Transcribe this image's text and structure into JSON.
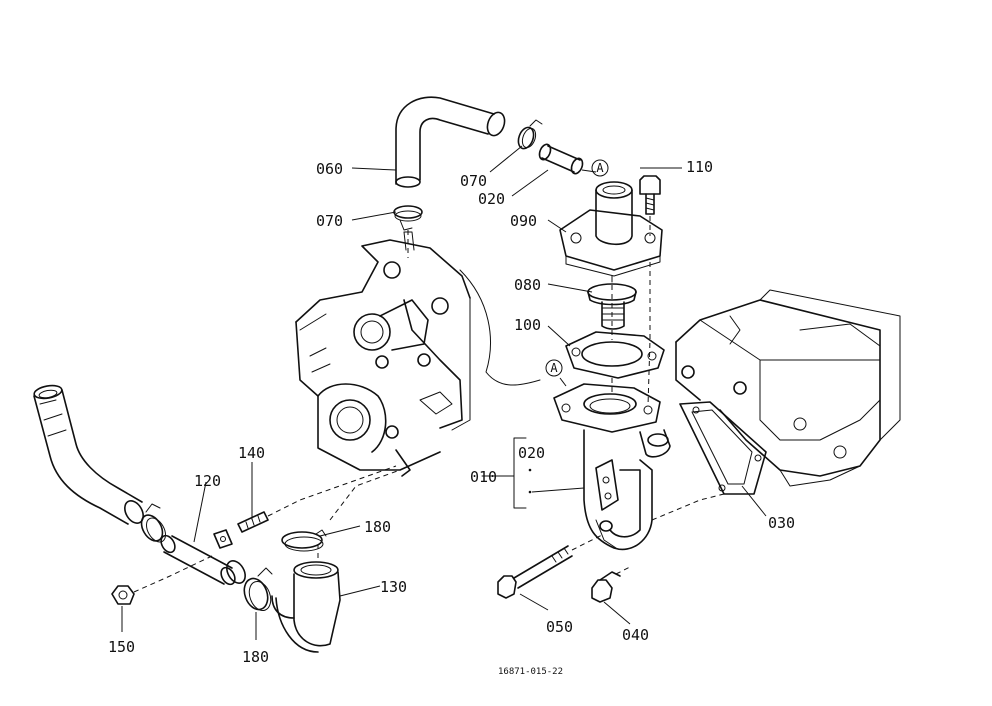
{
  "parts": {
    "p060": "060",
    "p070_top": "070",
    "p070_left": "070",
    "p020_top": "020",
    "p110": "110",
    "p090": "090",
    "p080": "080",
    "p100": "100",
    "p010": "010",
    "p020_group": "020",
    "p030": "030",
    "p140": "140",
    "p120": "120",
    "p180_upper": "180",
    "p130": "130",
    "p150": "150",
    "p180_lower": "180",
    "p050": "050",
    "p040": "040"
  },
  "markers": {
    "a_upper": "A",
    "a_lower": "A"
  },
  "drawing_number": "16871-015-22"
}
